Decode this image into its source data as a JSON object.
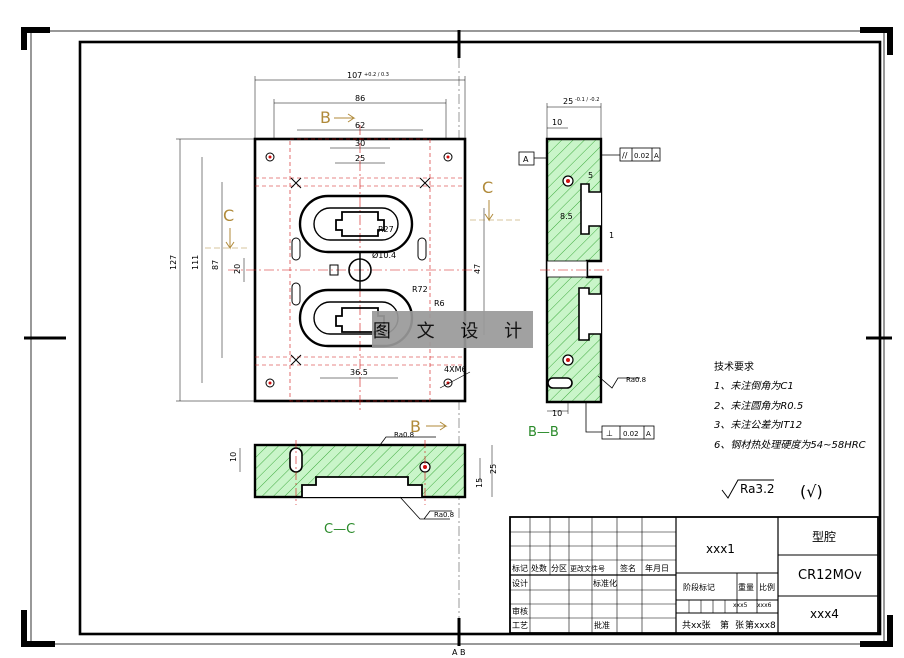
{
  "drawing": {
    "dims_top": {
      "w107": "107",
      "w107_tol": "+0.2 / 0.3",
      "w86": "86",
      "w62": "62",
      "w30": "30",
      "w25": "25"
    },
    "dims_left": {
      "h127": "127",
      "h111": "111",
      "h87": "87",
      "h20": "20"
    },
    "dims_misc": {
      "r27": "R27",
      "d10": "Ø10.4",
      "r72": "R72",
      "r6": "R6",
      "w36": "36.5",
      "h47": "47",
      "thread": "4XM6"
    },
    "section_labels": {
      "b_top": "B",
      "b_bottom": "B",
      "c_left": "C",
      "c_right": "C",
      "bb": "B—B",
      "cc": "C—C"
    },
    "side_dims": {
      "w25": "25",
      "w25_tol": "-0.1 / -0.2",
      "d10a": "10",
      "d10b": "10",
      "d8": "8.5",
      "d5": "5",
      "d1": "1"
    },
    "tolerance": {
      "top_symbol": "//",
      "top_value": "0.02",
      "top_ref": "A",
      "bottom_symbol": "⊥",
      "bottom_value": "0.02",
      "bottom_ref": "A",
      "datum": "A"
    },
    "roughness": {
      "ra08_1": "Ra0.8",
      "ra08_2": "Ra0.8",
      "ra08_3": "Ra0.8",
      "general": "Ra3.2",
      "general_suffix": "(√)"
    },
    "cc_dims": {
      "h10": "10",
      "h25": "25",
      "h15": "15"
    },
    "watermark": "图 文 设 计"
  },
  "notes": {
    "title": "技术要求",
    "items": [
      "1、未注倒角为C1",
      "2、未注圆角为R0.5",
      "3、未注公差为IT12",
      "6、钢材热处理硬度为54~58HRC"
    ]
  },
  "title_block": {
    "part_name": "型腔",
    "material": "CR12MOv",
    "drawing_no1": "xxx1",
    "drawing_no4": "xxx4",
    "row_labels": [
      "标记",
      "处数",
      "分区",
      "更改文件号",
      "签名",
      "年月日"
    ],
    "design": "设计",
    "standard": "标准化",
    "review": "审核",
    "process": "工艺",
    "approve": "批准",
    "stage": "阶段标记",
    "weight": "重量",
    "scale": "比例",
    "weight_val": "xxx5",
    "scale_val": "xxx6",
    "sheets": "共xx张",
    "sheet": "第xxx8",
    "sheet_prefix": "第",
    "sheet_mid": "张"
  },
  "footer_mark": "A  B"
}
